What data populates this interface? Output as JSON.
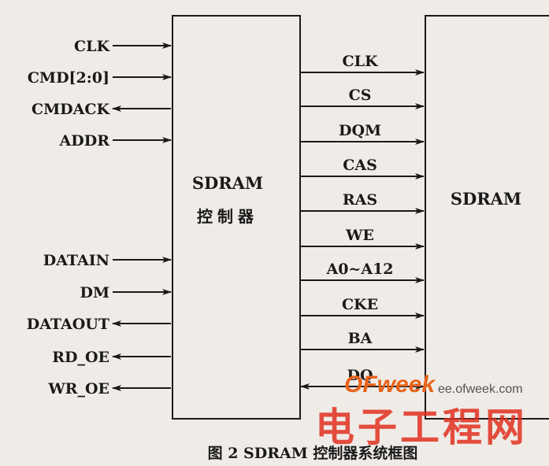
{
  "controller": {
    "name": "SDRAM",
    "subtitle": "控制器"
  },
  "memory": {
    "name": "SDRAM"
  },
  "left_signals": [
    {
      "label": "CLK",
      "dir": "in"
    },
    {
      "label": "CMD[2:0]",
      "dir": "in"
    },
    {
      "label": "CMDACK",
      "dir": "out"
    },
    {
      "label": "ADDR",
      "dir": "in"
    },
    {
      "label": "DATAIN",
      "dir": "in"
    },
    {
      "label": "DM",
      "dir": "in"
    },
    {
      "label": "DATAOUT",
      "dir": "out"
    },
    {
      "label": "RD_OE",
      "dir": "out"
    },
    {
      "label": "WR_OE",
      "dir": "out"
    }
  ],
  "right_signals": [
    {
      "label": "CLK",
      "dir": "out"
    },
    {
      "label": "CS",
      "dir": "out"
    },
    {
      "label": "DQM",
      "dir": "out"
    },
    {
      "label": "CAS",
      "dir": "out"
    },
    {
      "label": "RAS",
      "dir": "out"
    },
    {
      "label": "WE",
      "dir": "out"
    },
    {
      "label": "A0~A12",
      "dir": "out"
    },
    {
      "label": "CKE",
      "dir": "out"
    },
    {
      "label": "BA",
      "dir": "out"
    },
    {
      "label": "DQ",
      "dir": "bi"
    }
  ],
  "caption": "图 2 SDRAM 控制器系统框图",
  "watermark": {
    "logo": "OFweek",
    "site": "ee.ofweek.com",
    "brand": "电子工程网"
  },
  "colors": {
    "ink": "#1a1a1a",
    "paper": "#efebe7",
    "logo": "#e8631a",
    "brand": "#e0301e"
  }
}
